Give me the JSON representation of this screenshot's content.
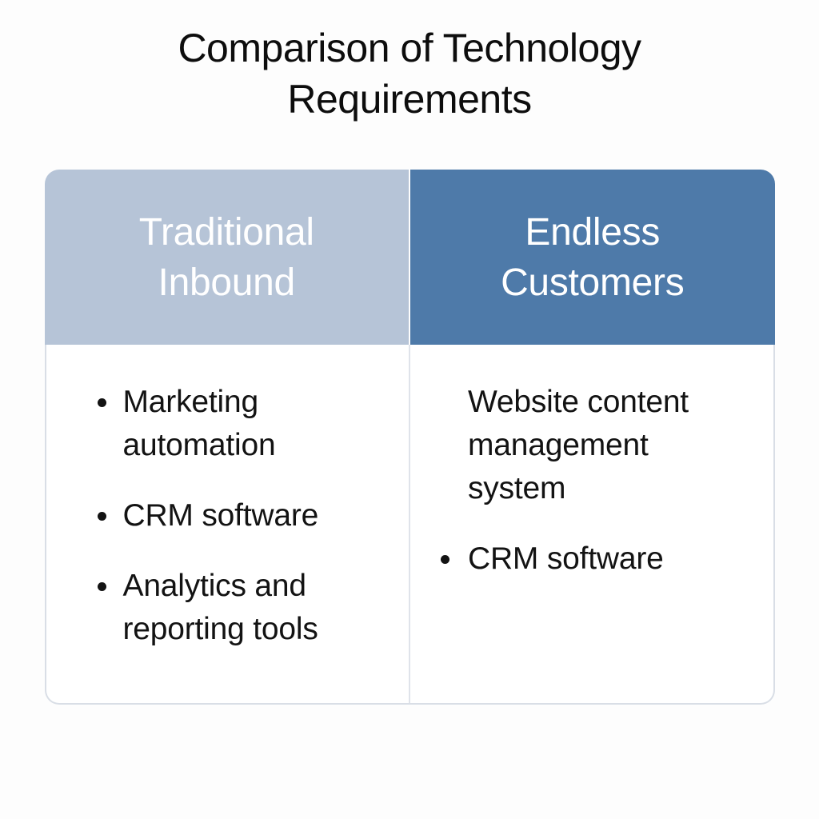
{
  "page": {
    "title": "Comparison of Technology Requirements",
    "background": "#fdfdfd"
  },
  "table": {
    "columns": [
      {
        "header": "Traditional Inbound",
        "header_bg": "#b6c4d7",
        "header_text_color": "#ffffff",
        "items": [
          {
            "text": "Marketing automation",
            "bullet": true
          },
          {
            "text": "CRM software",
            "bullet": true
          },
          {
            "text": "Analytics and reporting tools",
            "bullet": true
          }
        ]
      },
      {
        "header": "Endless Customers",
        "header_bg": "#4e7aa9",
        "header_text_color": "#ffffff",
        "items": [
          {
            "text": "Website content management system",
            "bullet": false
          },
          {
            "text": "CRM software",
            "bullet": true
          }
        ]
      }
    ]
  },
  "colors": {
    "left_header_bg": "#b6c4d7",
    "right_header_bg": "#4e7aa9",
    "table_border": "#d9dee6",
    "body_bg": "#ffffff",
    "body_text": "#131313",
    "title_text": "#0d0d0d"
  },
  "chart_data": {
    "type": "table",
    "title": "Comparison of Technology Requirements",
    "columns": [
      "Traditional Inbound",
      "Endless Customers"
    ],
    "rows": [
      [
        "Marketing automation",
        "Website content management system"
      ],
      [
        "CRM software",
        "CRM software"
      ],
      [
        "Analytics and reporting tools",
        ""
      ]
    ]
  }
}
